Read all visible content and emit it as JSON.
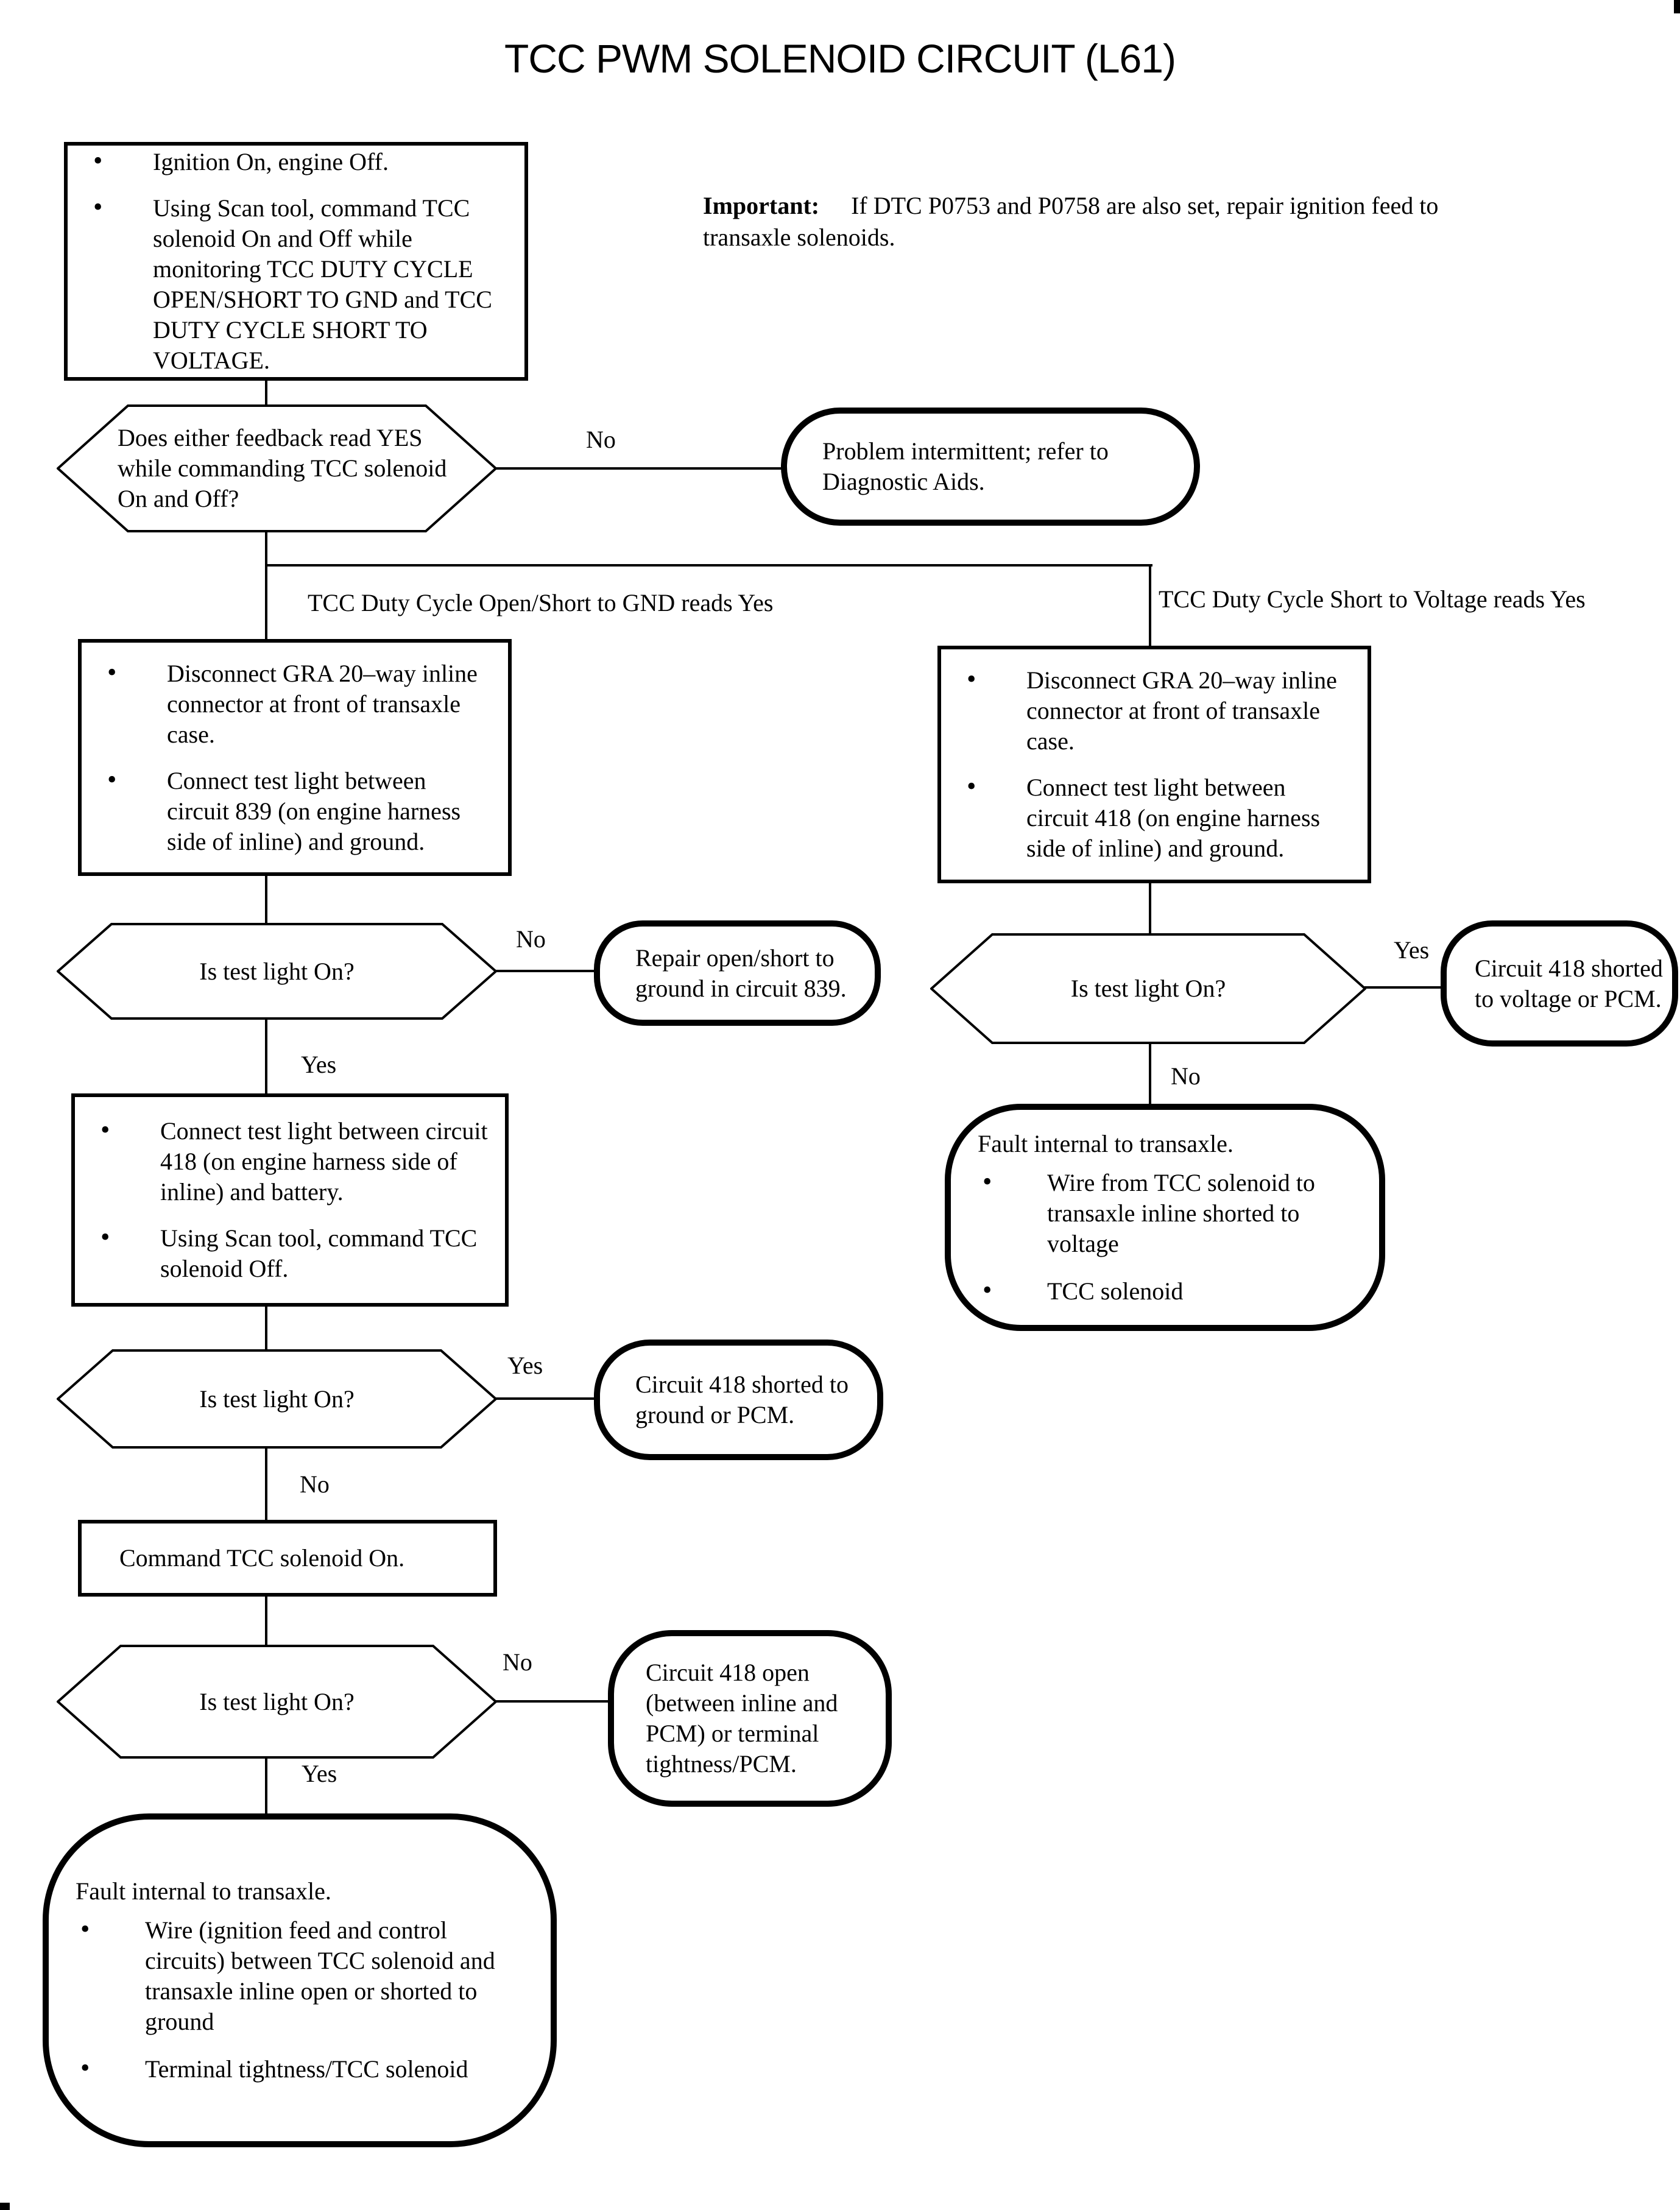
{
  "title": "TCC PWM SOLENOID CIRCUIT (L61)",
  "note": {
    "label": "Important:",
    "text": "If DTC P0753 and P0758 are also set, repair ignition feed to transaxle solenoids."
  },
  "labels": {
    "yes": "Yes",
    "no": "No",
    "branch_left": "TCC Duty Cycle Open/Short to GND reads Yes",
    "branch_right": "TCC Duty Cycle Short to Voltage reads Yes"
  },
  "nodes": {
    "start": {
      "bullets": [
        "Ignition On, engine Off.",
        "Using Scan tool, command TCC solenoid On and Off while monitoring TCC DUTY CYCLE OPEN/SHORT TO GND and TCC DUTY CYCLE SHORT TO VOLTAGE."
      ]
    },
    "decision_feedback": {
      "question": "Does either feedback read YES while commanding TCC solenoid On and Off?"
    },
    "problem_intermittent": {
      "text": "Problem intermittent; refer to Diagnostic Aids."
    },
    "disconnect_839": {
      "bullets": [
        "Disconnect GRA 20–way inline connector at front of transaxle case.",
        "Connect test light between circuit 839 (on engine harness side of inline) and ground."
      ]
    },
    "disconnect_418": {
      "bullets": [
        "Disconnect GRA 20–way inline connector at front of transaxle case.",
        "Connect test light between circuit 418 (on engine harness side of inline) and ground."
      ]
    },
    "test_light_1": {
      "question": "Is test light On?"
    },
    "repair_839": {
      "text": "Repair open/short to ground in circuit 839."
    },
    "test_light_2": {
      "question": "Is test light On?"
    },
    "shorted_voltage": {
      "text": "Circuit 418 shorted to voltage or PCM."
    },
    "fault_voltage": {
      "heading": "Fault internal to transaxle.",
      "bullets": [
        "Wire from TCC solenoid to transaxle inline shorted to voltage",
        "TCC solenoid"
      ]
    },
    "connect_battery": {
      "bullets": [
        "Connect test light between circuit 418 (on engine harness side of inline) and battery.",
        "Using Scan tool, command TCC solenoid Off."
      ]
    },
    "test_light_3": {
      "question": "Is test light On?"
    },
    "shorted_ground": {
      "text": "Circuit 418 shorted to ground or PCM."
    },
    "command_on": {
      "text": "Command TCC solenoid On."
    },
    "test_light_4": {
      "question": "Is test light On?"
    },
    "open_418": {
      "text": "Circuit 418 open (between inline and PCM) or terminal tightness/PCM."
    },
    "fault_ground": {
      "heading": "Fault internal to transaxle.",
      "bullets": [
        "Wire (ignition feed and control circuits) between TCC solenoid and transaxle inline open or shorted to ground",
        "Terminal tightness/TCC solenoid"
      ]
    }
  }
}
